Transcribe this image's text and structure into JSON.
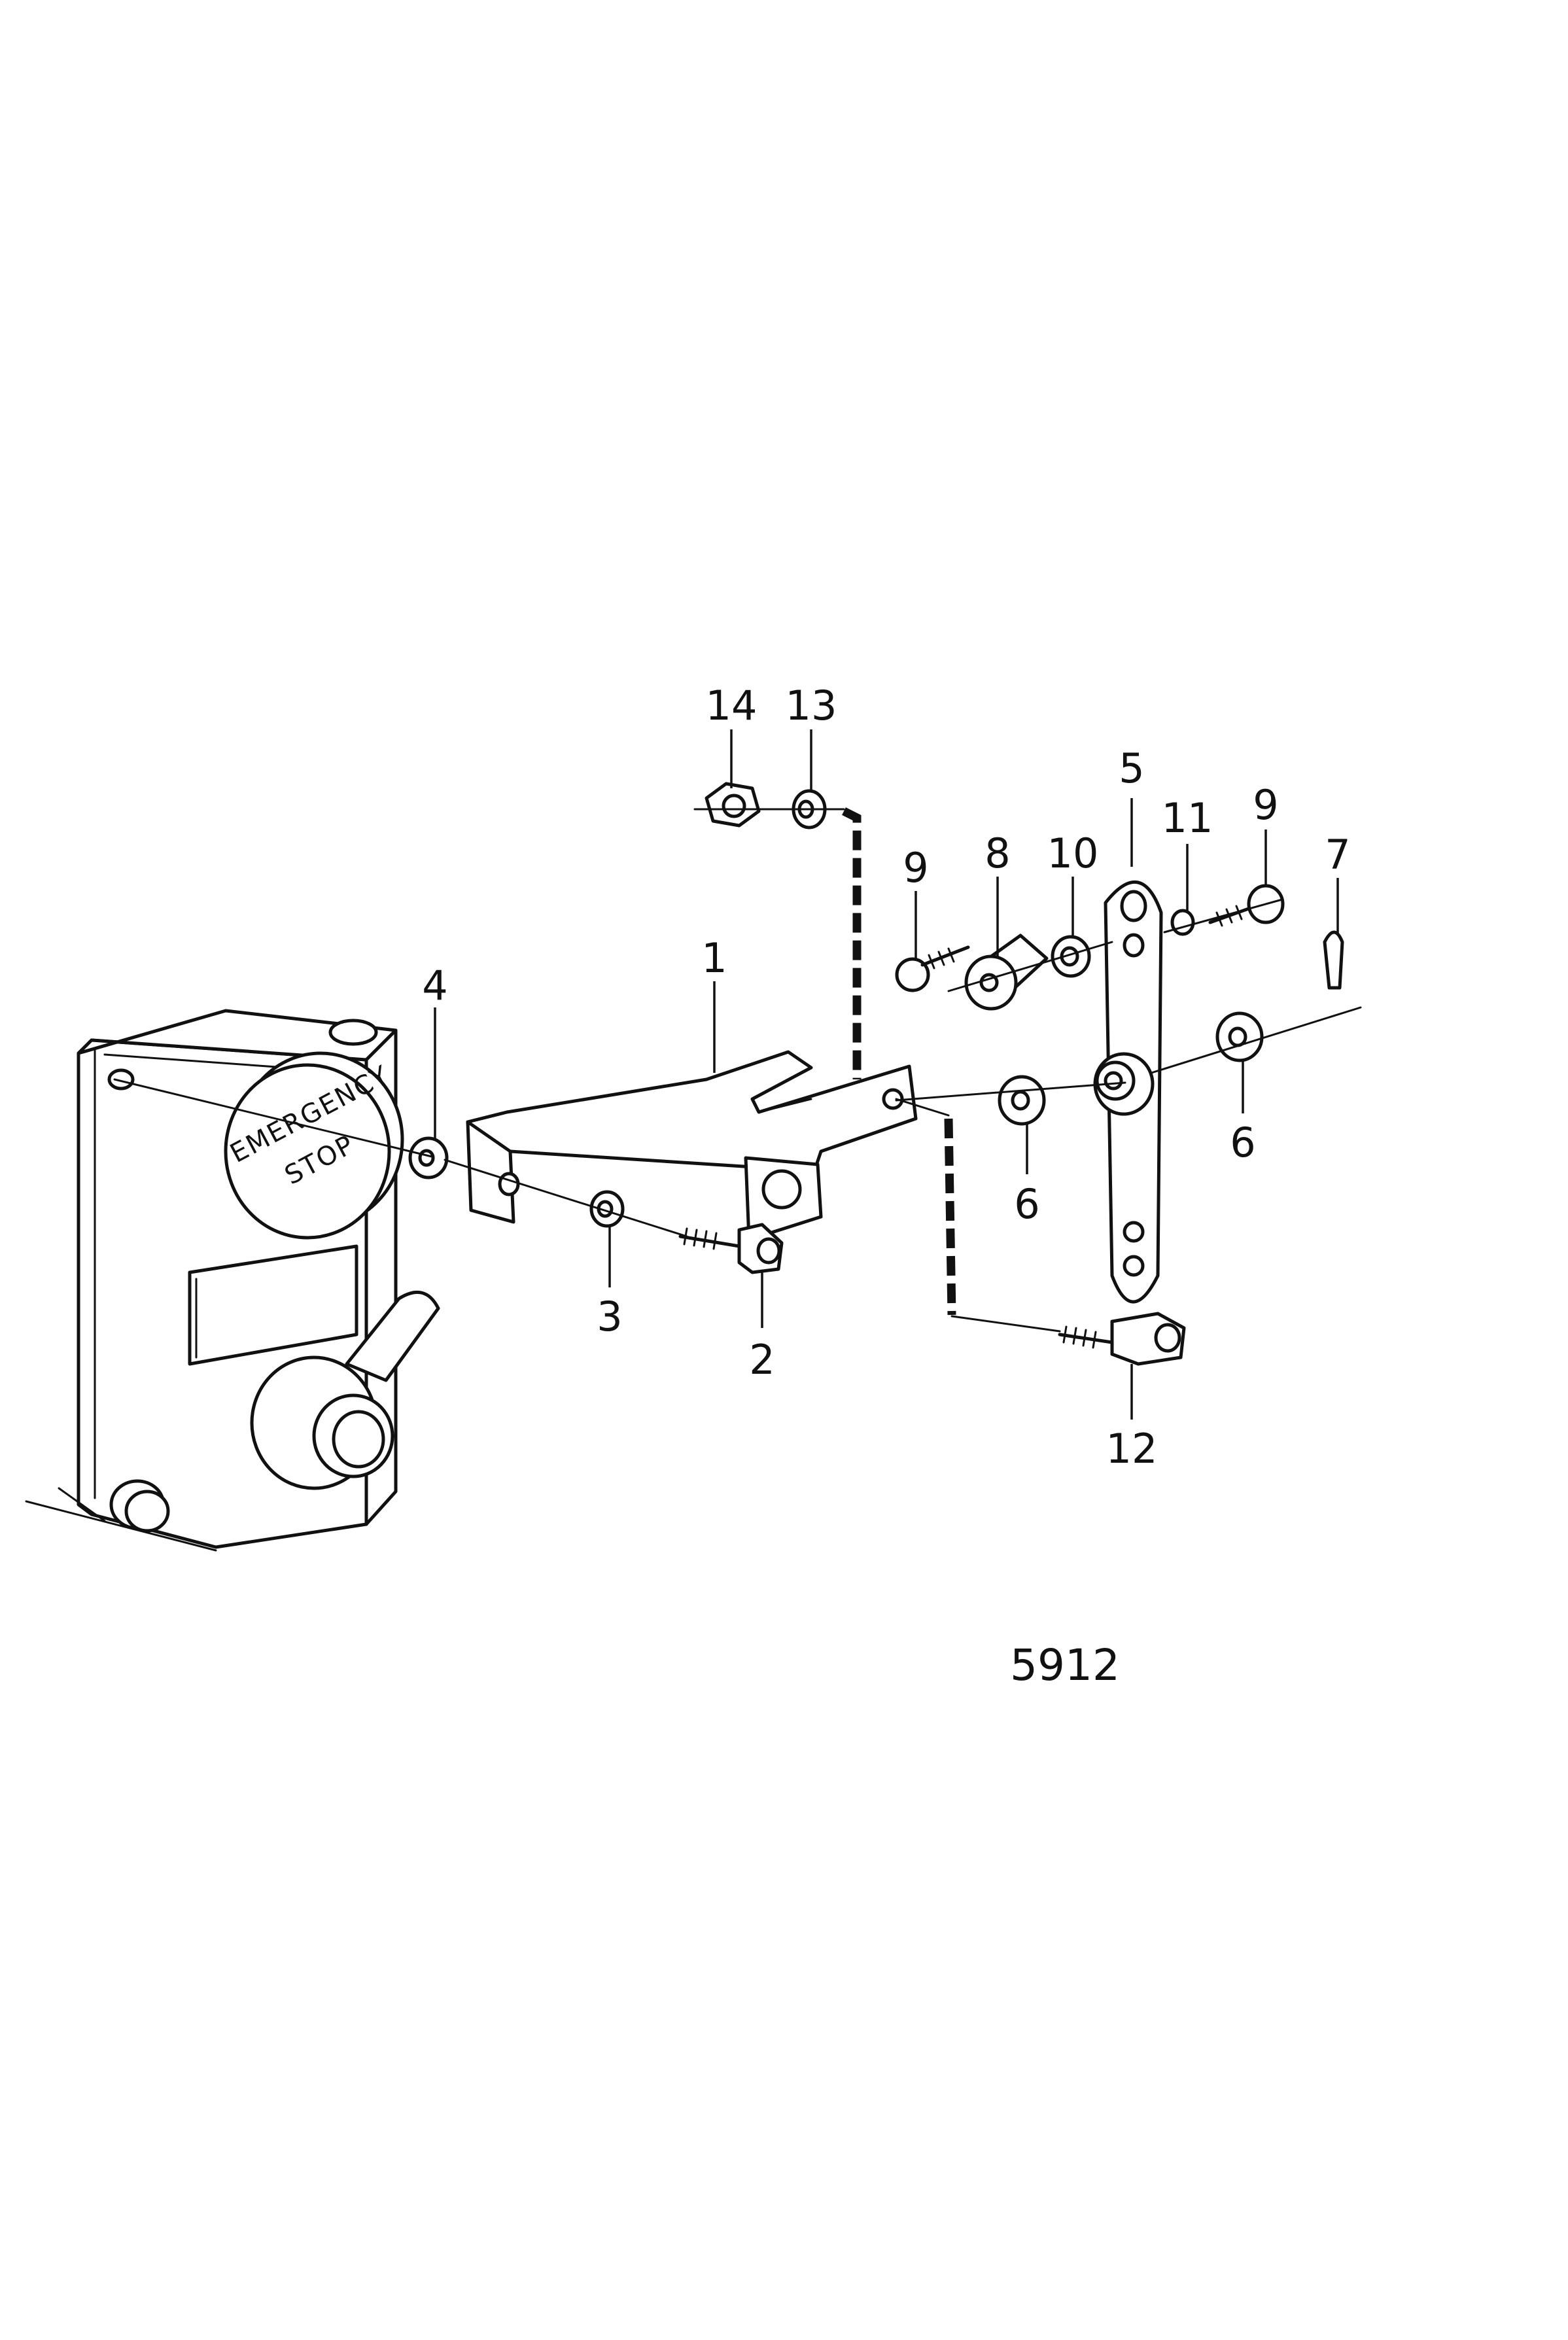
{
  "diagram": {
    "figure_number": "5912",
    "knob_text": {
      "line1": "EMERGENCY",
      "line2": "STOP"
    },
    "callouts": [
      {
        "id": "c14",
        "label": "14"
      },
      {
        "id": "c13",
        "label": "13"
      },
      {
        "id": "c9a",
        "label": "9"
      },
      {
        "id": "c8",
        "label": "8"
      },
      {
        "id": "c10",
        "label": "10"
      },
      {
        "id": "c5",
        "label": "5"
      },
      {
        "id": "c11",
        "label": "11"
      },
      {
        "id": "c9b",
        "label": "9"
      },
      {
        "id": "c7",
        "label": "7"
      },
      {
        "id": "c1",
        "label": "1"
      },
      {
        "id": "c4",
        "label": "4"
      },
      {
        "id": "c6a",
        "label": "6"
      },
      {
        "id": "c6b",
        "label": "6"
      },
      {
        "id": "c3",
        "label": "3"
      },
      {
        "id": "c2",
        "label": "2"
      },
      {
        "id": "c12",
        "label": "12"
      }
    ]
  }
}
